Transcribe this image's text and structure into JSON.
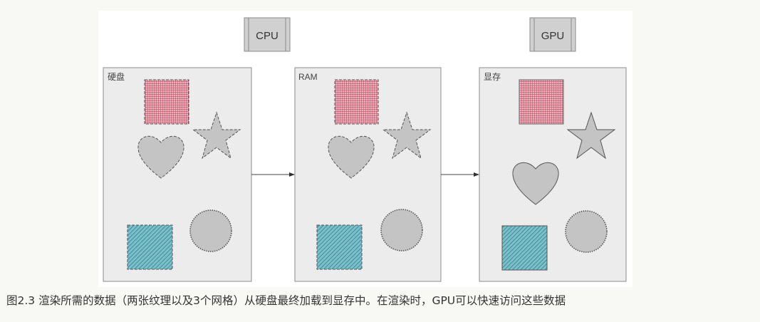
{
  "processors": {
    "cpu": "CPU",
    "gpu": "GPU"
  },
  "panels": {
    "disk": "硬盘",
    "ram": "RAM",
    "vram": "显存"
  },
  "caption": "图2.3 渲染所需的数据（两张纹理以及3个网格）从硬盘最终加载到显存中。在渲染时，GPU可以快速访问这些数据",
  "colors": {
    "panel_fill": "#ececec",
    "panel_border": "#8c8c8c",
    "red_texture": "#cf6a7c",
    "teal_texture": "#5fa8b4",
    "mesh_gray": "#c4c4c4",
    "arrow": "#444444"
  }
}
